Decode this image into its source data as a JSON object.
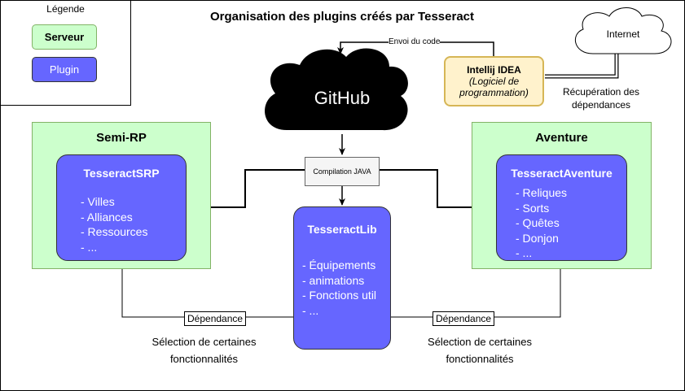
{
  "title": "Organisation des plugins créés par Tesseract",
  "legend": {
    "title": "Légende",
    "server_label": "Serveur",
    "plugin_label": "Plugin"
  },
  "github": {
    "label": "GitHub"
  },
  "internet": {
    "label": "Internet"
  },
  "ide": {
    "name": "Intellij IDEA",
    "subtitle": "(Logiciel de programmation)"
  },
  "edges": {
    "send_code": "Envoi du code",
    "fetch_deps": "Récupération des dépendances",
    "compile": "Compilation JAVA",
    "dependency_left": "Dépendance",
    "dependency_right": "Dépendance"
  },
  "notes": {
    "left": "Sélection de certaines fonctionnalités",
    "right": "Sélection de certaines fonctionnalités"
  },
  "servers": {
    "left": {
      "name": "Semi-RP"
    },
    "right": {
      "name": "Aventure"
    }
  },
  "plugins": {
    "srp": {
      "name": "TesseractSRP",
      "items": [
        "- Villes",
        "- Alliances",
        "- Ressources",
        "- ..."
      ]
    },
    "aventure": {
      "name": "TesseractAventure",
      "items": [
        "- Reliques",
        "- Sorts",
        "- Quêtes",
        "- Donjon",
        "- ..."
      ]
    },
    "lib": {
      "name": "TesseractLib",
      "items": [
        "- Équipements",
        "- animations",
        "- Fonctions util",
        "- ..."
      ]
    }
  },
  "colors": {
    "server_fill": "#ccffcc",
    "server_stroke": "#82b366",
    "plugin_fill": "#6666ff",
    "ide_fill": "#fff2cc",
    "ide_stroke": "#d6b656",
    "cloud_dark": "#000000"
  }
}
